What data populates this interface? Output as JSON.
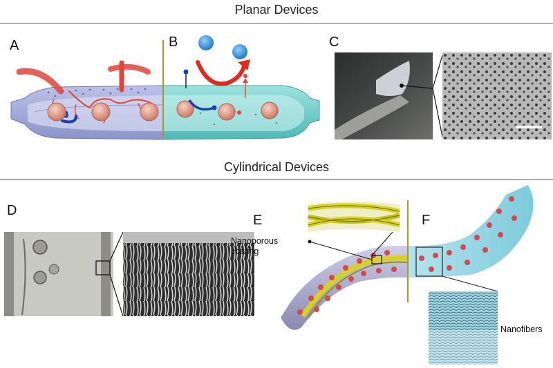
{
  "sections": {
    "planar_title": "Planar Devices",
    "cylindrical_title": "Cylindrical Devices"
  },
  "panel_labels": {
    "a": "A",
    "b": "B",
    "c": "C",
    "d": "D",
    "e": "E",
    "f": "F"
  },
  "annotations": {
    "nanoporous_line1": "Nanoporous",
    "nanoporous_line2": "coating",
    "nanofibers": "Nanofibers"
  },
  "colors": {
    "membrane_purple": "#a9b0dc",
    "membrane_teal": "#7fd6d4",
    "vessel_red": "#e0453a",
    "islet_pink": "#e9a995",
    "divider_olive": "#a79a2c",
    "fiber_yellow": "#d8d21c",
    "cell_red": "#d2494e",
    "tube_blue": "#8fd3e3"
  }
}
